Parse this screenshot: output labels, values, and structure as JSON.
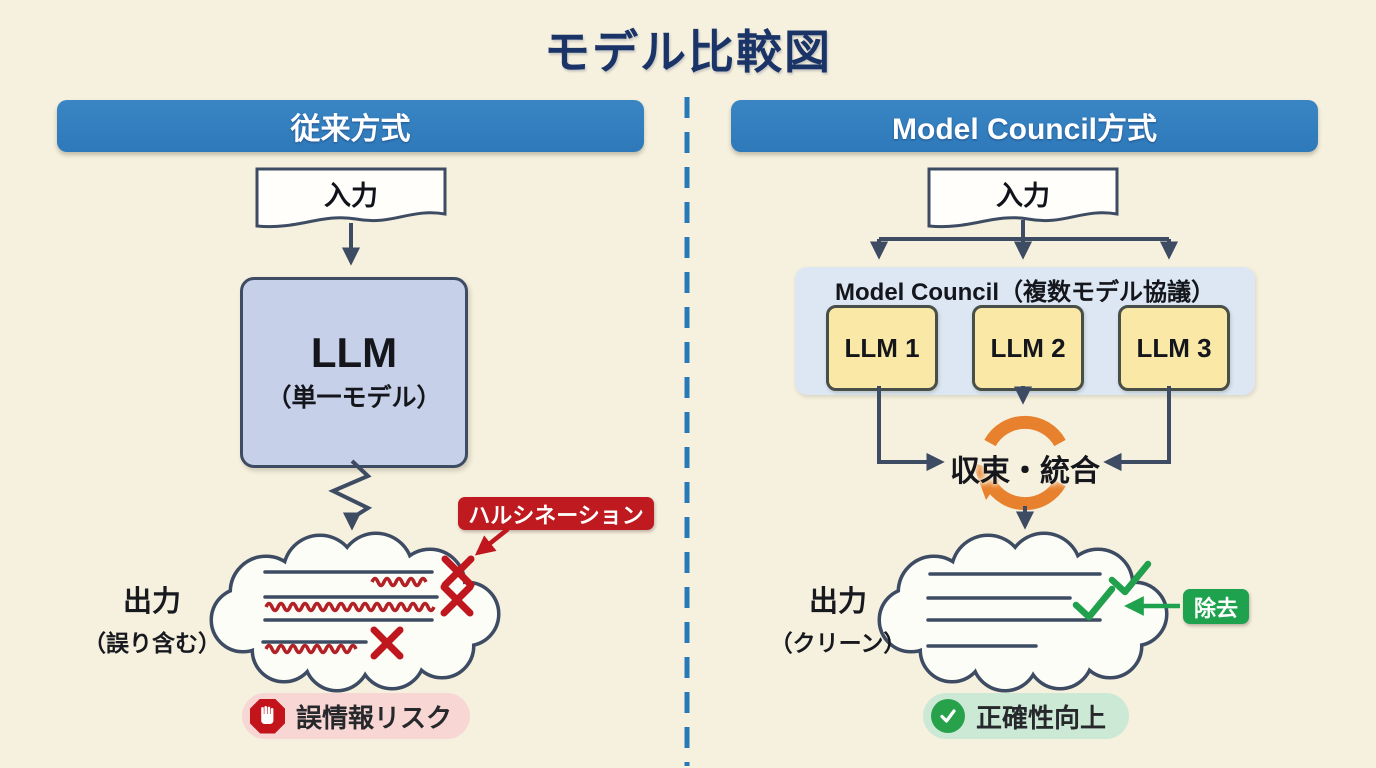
{
  "title": "モデル比較図",
  "left": {
    "header": "従来方式",
    "input": "入力",
    "llm": {
      "title": "LLM",
      "subtitle": "（単一モデル）"
    },
    "hallucination_tag": "ハルシネーション",
    "output": {
      "line1": "出力",
      "line2": "（誤り含む）"
    },
    "risk": "誤情報リスク"
  },
  "right": {
    "header": "Model Council方式",
    "input": "入力",
    "council_title": "Model Council（複数モデル協議）",
    "models": [
      "LLM 1",
      "LLM 2",
      "LLM 3"
    ],
    "merge": "収束・統合",
    "removal_tag": "除去",
    "output": {
      "line1": "出力",
      "line2": "（クリーン）"
    },
    "benefit": "正確性向上"
  },
  "colors": {
    "background": "#f6f1de",
    "header_blue": "#2e79b9",
    "title_navy": "#1b3468",
    "outline_slate": "#3d4c63",
    "llm_box_fill": "#c6d0e8",
    "council_fill": "#dce7f3",
    "model_box_fill": "#fae8a6",
    "error_red": "#c0161d",
    "squiggle_red": "#b32025",
    "success_green": "#21a14e",
    "cycle_orange": "#e8812d",
    "risk_pill_pink": "#f7d6d4",
    "benefit_pill_green": "#cbe9d4",
    "divider_blue": "#2779b8"
  }
}
